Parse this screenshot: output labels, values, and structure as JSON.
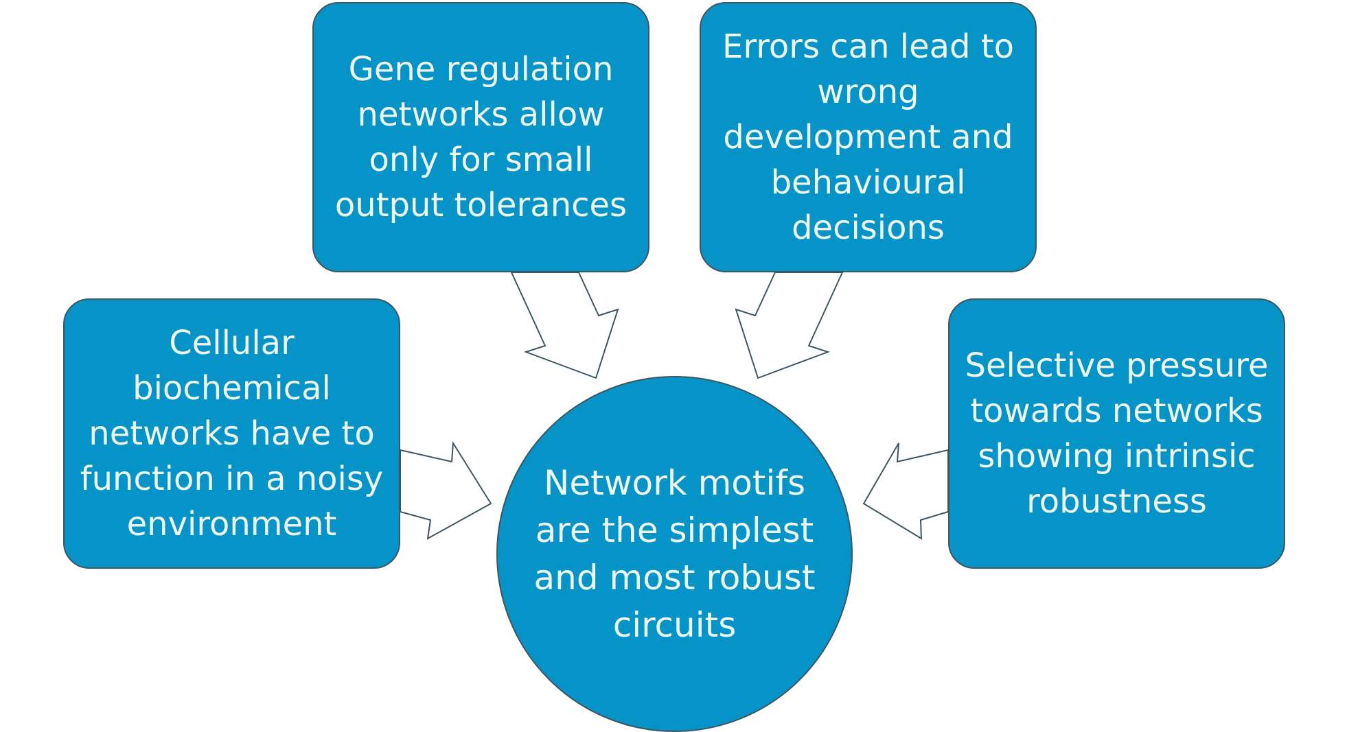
{
  "diagram": {
    "center": {
      "text": "Network motifs are the simplest and most robust circuits"
    },
    "boxes": {
      "top_left": "Gene regulation networks allow only for small output tolerances",
      "top_right": "Errors can lead to wrong development and behavioural decisions",
      "left": "Cellular biochemical networks have to function in a noisy environment",
      "right": "Selective pressure towards networks showing intrinsic robustness"
    },
    "colors": {
      "box_fill": "#0693c8",
      "box_border": "#3f5560",
      "text": "#eef6f0",
      "arrow_fill": "#ffffff",
      "arrow_stroke": "#3f5560"
    }
  }
}
